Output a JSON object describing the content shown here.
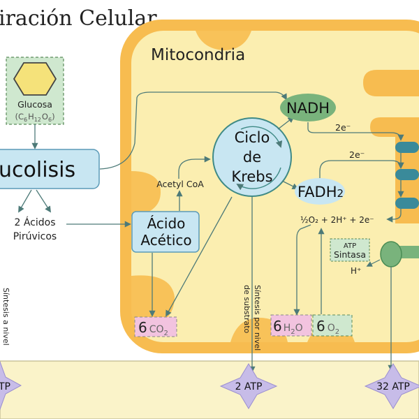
{
  "title": "iración Celular",
  "mito_label": "Mitocondria",
  "glucose": {
    "label": "Glucosa",
    "formula": {
      "c": "C",
      "c_sub": "6",
      "h": "H",
      "h_sub": "12",
      "o": "O",
      "o_sub": "6"
    }
  },
  "glycolysis_label": "ucolisis",
  "pyruvic": {
    "line1": "2 Ácidos",
    "line2": "Pirúvicos"
  },
  "acetic": {
    "line1": "Ácido",
    "line2": "Acético"
  },
  "acetyl_coa": "Acetyl CoA",
  "krebs": {
    "line1": "Ciclo",
    "line2": "de",
    "line3": "Krebs"
  },
  "nadh": "NADH",
  "fadh": {
    "main": "FADH",
    "sub": "2"
  },
  "electrons": {
    "top": "2e⁻",
    "mid": "2e⁻",
    "equation": "½O₂ + 2H⁺ + 2e⁻"
  },
  "atp_synthase": {
    "line1": "ATP",
    "line2": "Sintasa"
  },
  "h_plus": "H⁺",
  "co2": {
    "coef": "6",
    "formula": "CO",
    "sub": "2"
  },
  "h2o": {
    "coef": "6",
    "h": "H",
    "h_sub": "2",
    "o": "O"
  },
  "o2": {
    "coef": "6",
    "o": "O",
    "o_sub": "2"
  },
  "substrate_level": {
    "line1": "Síntesis por nivel",
    "line2": "de substrato"
  },
  "left_vertical": "Síntesis a nivel",
  "atp_labels": {
    "left": "TP",
    "middle": "2 ATP",
    "right": "32 ATP"
  },
  "colors": {
    "mito_outer": "#f7bc50",
    "mito_inner": "#fbeeb0",
    "band": "#faf3c9",
    "box_blue": "#c8e6f2",
    "box_blue_stroke": "#5a9ab7",
    "green": "#79b37c",
    "teal": "#3a8a9a",
    "pink": "#f2c3df",
    "star": "#c7bce8",
    "arrow": "#4d7a78"
  }
}
